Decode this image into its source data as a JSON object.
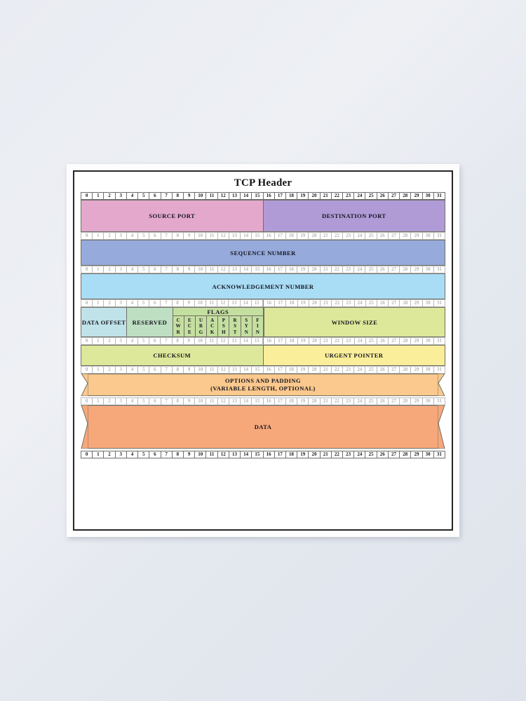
{
  "poster": {
    "title": "TCP Header"
  },
  "ruler": {
    "ticks": [
      "0",
      "1",
      "2",
      "3",
      "4",
      "5",
      "6",
      "7",
      "8",
      "9",
      "10",
      "11",
      "12",
      "13",
      "14",
      "15",
      "16",
      "17",
      "18",
      "19",
      "20",
      "21",
      "22",
      "23",
      "24",
      "25",
      "26",
      "27",
      "28",
      "29",
      "30",
      "31"
    ]
  },
  "fields": {
    "source_port": "SOURCE PORT",
    "destination_port": "DESTINATION PORT",
    "sequence_number": "SEQUENCE NUMBER",
    "acknowledgement_number": "ACKNOWLEDGEMENT NUMBER",
    "data_offset_line1": "DATA",
    "data_offset_line2": "OFFSET",
    "reserved": "RESERVED",
    "flags_title": "FLAGS",
    "window_size": "WINDOW SIZE",
    "checksum": "CHECKSUM",
    "urgent_pointer": "URGENT POINTER",
    "options_line1": "OPTIONS AND PADDING",
    "options_line2": "(VARIABLE LENGTH, OPTIONAL)",
    "data": "DATA"
  },
  "flags": [
    {
      "name": "CWR",
      "letters": [
        "C",
        "W",
        "R"
      ]
    },
    {
      "name": "ECE",
      "letters": [
        "E",
        "C",
        "E"
      ]
    },
    {
      "name": "URG",
      "letters": [
        "U",
        "R",
        "G"
      ]
    },
    {
      "name": "ACK",
      "letters": [
        "A",
        "C",
        "K"
      ]
    },
    {
      "name": "PSH",
      "letters": [
        "P",
        "S",
        "H"
      ]
    },
    {
      "name": "RST",
      "letters": [
        "R",
        "S",
        "T"
      ]
    },
    {
      "name": "SYN",
      "letters": [
        "S",
        "Y",
        "N"
      ]
    },
    {
      "name": "FIN",
      "letters": [
        "F",
        "I",
        "N"
      ]
    }
  ],
  "colors": {
    "source_port": "#e3a8cc",
    "destination_port": "#b09bd6",
    "sequence_number": "#96aadc",
    "acknowledgement_number": "#a9dcf5",
    "data_offset": "#bfe3e8",
    "reserved": "#bedfc2",
    "flags": "#c5dfa0",
    "window_size": "#dde89a",
    "checksum": "#dde89a",
    "urgent_pointer": "#faee9a",
    "options": "#fbc88d",
    "data": "#f7a87b",
    "frame": "#262626",
    "cell_border": "#6f6f63",
    "ruler_text_strong": "#1a1a1a",
    "ruler_text_faint": "#b5b5b5"
  }
}
